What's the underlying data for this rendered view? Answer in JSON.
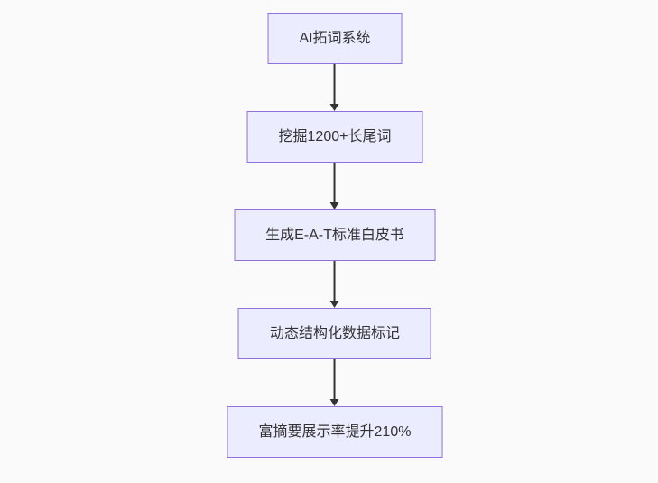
{
  "colors": {
    "background": "#fafafa",
    "node_fill": "#ececff",
    "node_border": "#9370db",
    "node_text": "#333333",
    "arrow": "#333333"
  },
  "flowchart": {
    "nodes": [
      {
        "label": "AI拓词系统"
      },
      {
        "label": "挖掘1200+长尾词"
      },
      {
        "label": "生成E-A-T标准白皮书"
      },
      {
        "label": "动态结构化数据标记"
      },
      {
        "label": "富摘要展示率提升210%"
      }
    ]
  }
}
